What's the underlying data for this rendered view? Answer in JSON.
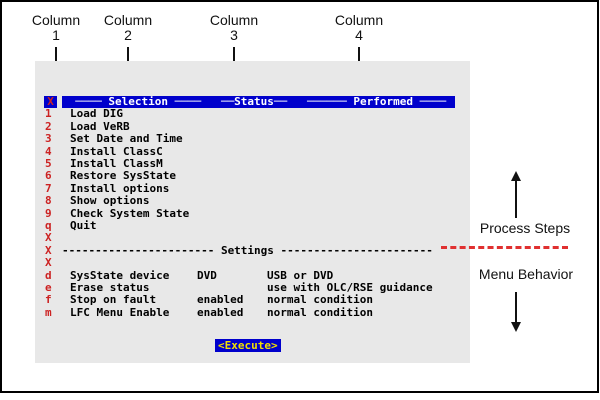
{
  "annotations": {
    "columns": [
      {
        "label": "Column",
        "number": "1"
      },
      {
        "label": "Column",
        "number": "2"
      },
      {
        "label": "Column",
        "number": "3"
      },
      {
        "label": "Column",
        "number": "4"
      }
    ],
    "process_steps_label": "Process Steps",
    "menu_behavior_label": "Menu Behavior"
  },
  "terminal": {
    "cursor_cell": "X",
    "header_line": "  ──── Selection ────   ──Status──   ────── Performed ────",
    "rows": [
      {
        "key": "1",
        "label": "Load DIG",
        "status": "",
        "performed": ""
      },
      {
        "key": "2",
        "label": "Load VeRB",
        "status": "",
        "performed": ""
      },
      {
        "key": "3",
        "label": "Set Date and Time",
        "status": "",
        "performed": ""
      },
      {
        "key": "4",
        "label": "Install ClassC",
        "status": "",
        "performed": ""
      },
      {
        "key": "5",
        "label": "Install ClassM",
        "status": "",
        "performed": ""
      },
      {
        "key": "6",
        "label": "Restore SysState",
        "status": "",
        "performed": ""
      },
      {
        "key": "7",
        "label": "Install options",
        "status": "",
        "performed": ""
      },
      {
        "key": "8",
        "label": "Show options",
        "status": "",
        "performed": ""
      },
      {
        "key": "9",
        "label": "Check System State",
        "status": "",
        "performed": ""
      },
      {
        "key": "q",
        "label": "Quit",
        "status": "",
        "performed": ""
      },
      {
        "key": "X",
        "label": "",
        "status": "",
        "performed": ""
      },
      {
        "key": "X",
        "divider": true,
        "divider_left": "-----------------------",
        "divider_title": "Settings",
        "divider_right": "-----------------------"
      },
      {
        "key": "X",
        "label": "",
        "status": "",
        "performed": ""
      },
      {
        "key": "d",
        "label": "SysState device",
        "status": "DVD",
        "performed": "USB or DVD"
      },
      {
        "key": "e",
        "label": "Erase status",
        "status": "",
        "performed": "use with OLC/RSE guidance"
      },
      {
        "key": "f",
        "label": "Stop on fault",
        "status": "enabled",
        "performed": "normal condition"
      },
      {
        "key": "m",
        "label": "LFC Menu Enable",
        "status": "enabled",
        "performed": "normal condition"
      }
    ],
    "execute_label": "<Execute>"
  },
  "colors": {
    "header_blue": "#0000cc",
    "key_red": "#cc2222",
    "execute_yellow": "#f0e000",
    "dashed_line_red": "#e03030",
    "terminal_bg": "#e8e8e8",
    "frame_border": "#000000"
  }
}
